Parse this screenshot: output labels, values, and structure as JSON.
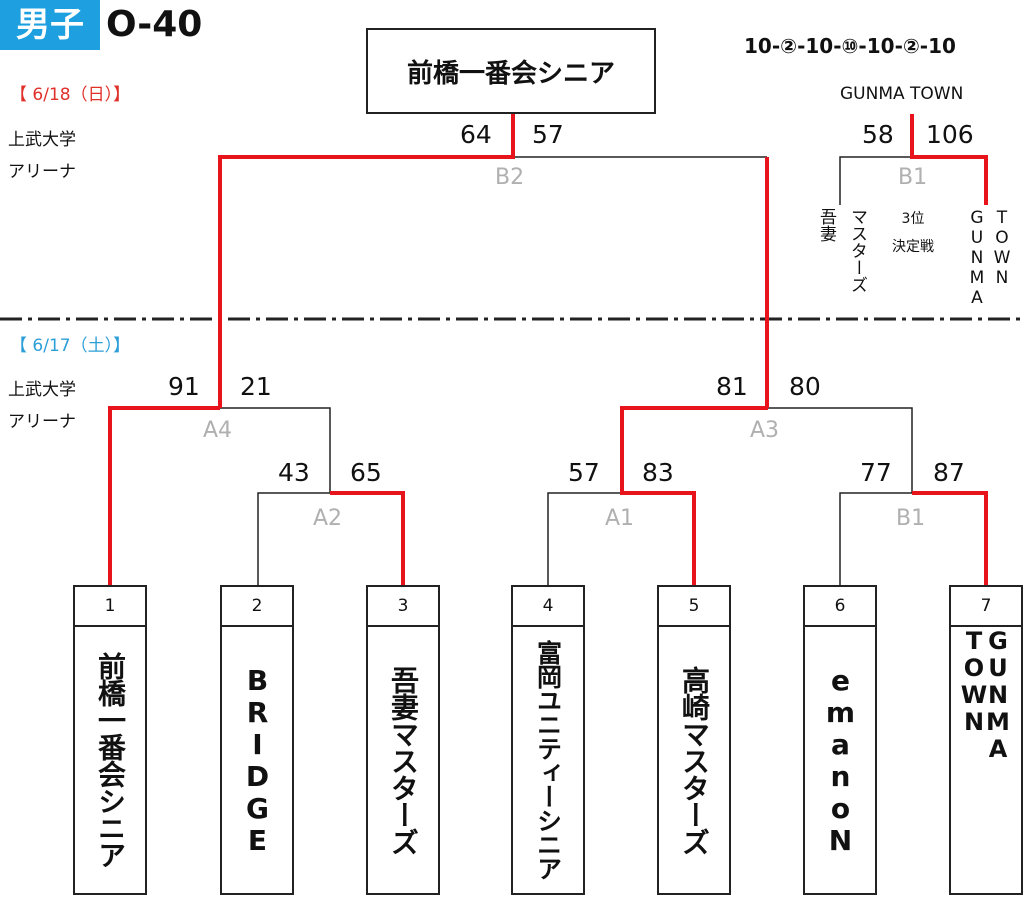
{
  "header": {
    "category": "男子",
    "division": "O-40"
  },
  "dates": {
    "final_day": "【 6/18（日）】",
    "first_day": "【 6/17（土）】"
  },
  "venues": {
    "final_day": [
      "上武大学",
      "アリーナ"
    ],
    "first_day": [
      "上武大学",
      "アリーナ"
    ]
  },
  "champion": "前橋一番会シニア",
  "final_sequence": "10-②-10-⑩-10-②-10",
  "third_place": {
    "winner_label": "GUNMA TOWN",
    "label_line1": "3位",
    "label_line2": "決定戦",
    "match_label": "B1",
    "left_team_line1": "吾妻",
    "left_team_line2": "マスターズ",
    "right_team_line1": "GUNMA",
    "right_team_line2": "TOWN",
    "left_score": "58",
    "right_score": "106"
  },
  "matches": {
    "final": {
      "label": "B2",
      "left_score": "64",
      "right_score": "57"
    },
    "A4": {
      "label": "A4",
      "left_score": "91",
      "right_score": "21"
    },
    "A3": {
      "label": "A3",
      "left_score": "81",
      "right_score": "80"
    },
    "A2": {
      "label": "A2",
      "left_score": "43",
      "right_score": "65"
    },
    "A1": {
      "label": "A1",
      "left_score": "57",
      "right_score": "83"
    },
    "B1": {
      "label": "B1",
      "left_score": "77",
      "right_score": "87"
    }
  },
  "teams": [
    {
      "seed": "1",
      "name": "前橋一番会シニア"
    },
    {
      "seed": "2",
      "name": "BRIDGE"
    },
    {
      "seed": "3",
      "name": "吾妻マスターズ"
    },
    {
      "seed": "4",
      "name": "富岡ユニティーシニア"
    },
    {
      "seed": "5",
      "name": "高崎マスターズ"
    },
    {
      "seed": "6",
      "name": "emanoN"
    },
    {
      "seed": "7",
      "name": "GUNMA TOWN"
    }
  ],
  "colors": {
    "winner_line": "#e8141b",
    "loser_line": "#222222",
    "category_bg": "#1ea0e0",
    "match_label": "#b0b0b0"
  }
}
